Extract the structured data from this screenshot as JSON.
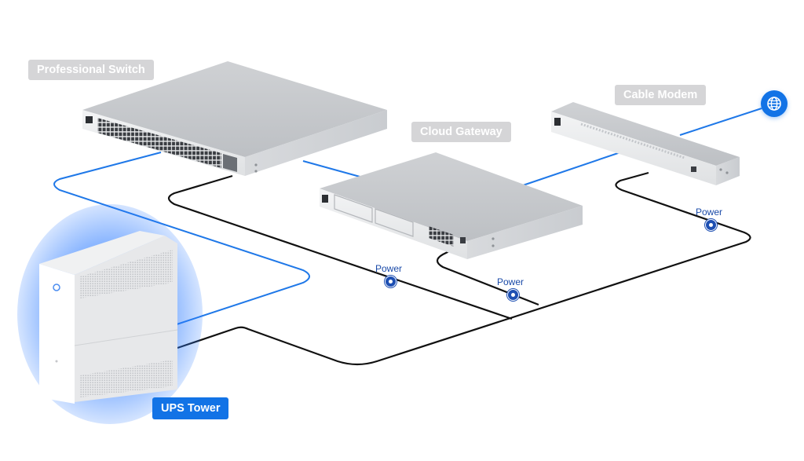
{
  "devices": {
    "switch": {
      "label": "Professional Switch"
    },
    "gateway": {
      "label": "Cloud Gateway"
    },
    "modem": {
      "label": "Cable Modem"
    },
    "ups": {
      "label": "UPS Tower"
    }
  },
  "power_labels": [
    "Power",
    "Power",
    "Power"
  ],
  "internet": {
    "icon": "globe-icon"
  },
  "colors": {
    "data_cable": "#1f78e8",
    "power_cable": "#111111",
    "label_gray": "#d5d5d7",
    "label_blue": "#1273e6",
    "power_dot": "#1d4fb3"
  }
}
